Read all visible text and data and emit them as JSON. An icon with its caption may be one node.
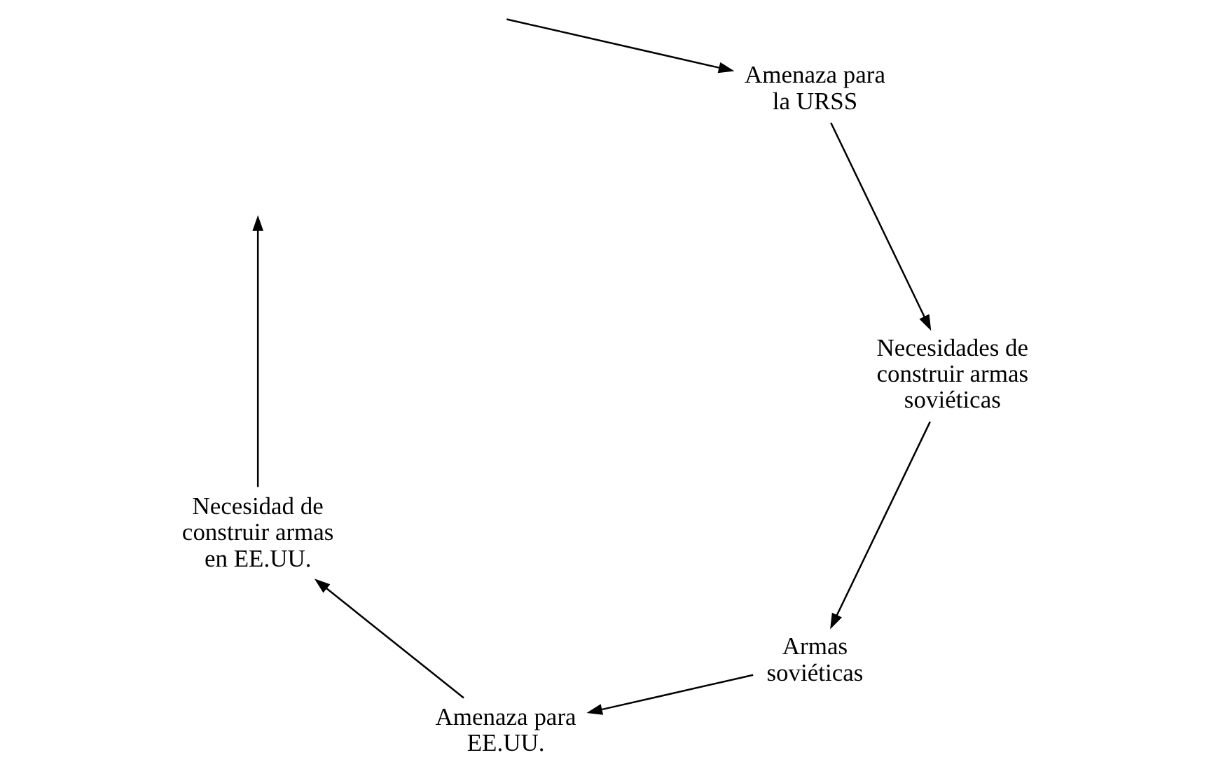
{
  "diagram": {
    "nodes": [
      {
        "text": [
          "Armas soviéticas"
        ]
      },
      {
        "text": [
          "Amenaza para EE.UU."
        ]
      },
      {
        "text": [
          "Necesidad de construir armas en EE.UU."
        ]
      },
      {
        "text": [
          "Amenaza para la URSS"
        ]
      },
      {
        "text": [
          "Necesidades de construir armas soviéticas"
        ]
      }
    ],
    "edges": [
      {
        "from": 0,
        "to": 1,
        "arrow": "to"
      },
      {
        "from": 1,
        "to": 2,
        "arrow": "to"
      },
      {
        "from": 2,
        "to": null,
        "arrow": "to"
      },
      {
        "from": null,
        "to": 3,
        "arrow": "to"
      },
      {
        "from": 3,
        "to": 4,
        "arrow": "to"
      },
      {
        "from": 4,
        "to": 0,
        "arrow": "to"
      }
    ]
  }
}
